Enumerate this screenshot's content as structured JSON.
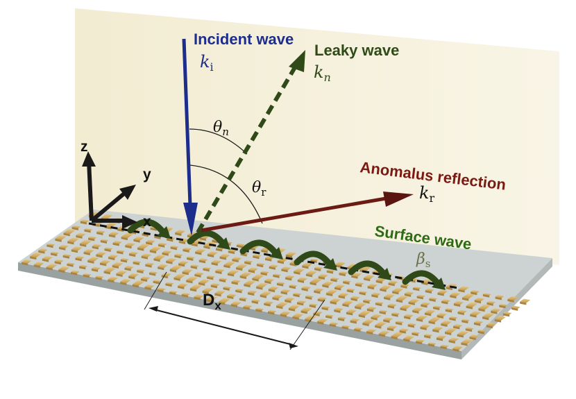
{
  "labels": {
    "incident": "Incident wave",
    "incident_symbol": "k",
    "incident_sub": "i",
    "leaky": "Leaky wave",
    "leaky_symbol": "k",
    "leaky_sub": "n",
    "theta_n_symbol": "θ",
    "theta_n_sub": "n",
    "theta_r_symbol": "θ",
    "theta_r_sub": "r",
    "anomalous": "Anomalus reflection",
    "anomalous_symbol": "k",
    "anomalous_sub": "r",
    "surface": "Surface wave",
    "surface_symbol": "β",
    "surface_sub": "s",
    "axis_z": "z",
    "axis_y": "y",
    "axis_x": "x",
    "period_symbol": "D",
    "period_sub": "x"
  },
  "colors": {
    "incident": "#1d2d8c",
    "leaky": "#2f4a18",
    "surface_text": "#2f6a14",
    "anomalous": "#6b1a14",
    "anomalous_text": "#7a1a12",
    "backplane": "#f6f1dc",
    "substrate_top": "#c9cfcf",
    "substrate_side": "#9aa1a1",
    "strip": "#d8b36a",
    "strip_side": "#a9843f",
    "axis": "#2a2a2a"
  }
}
